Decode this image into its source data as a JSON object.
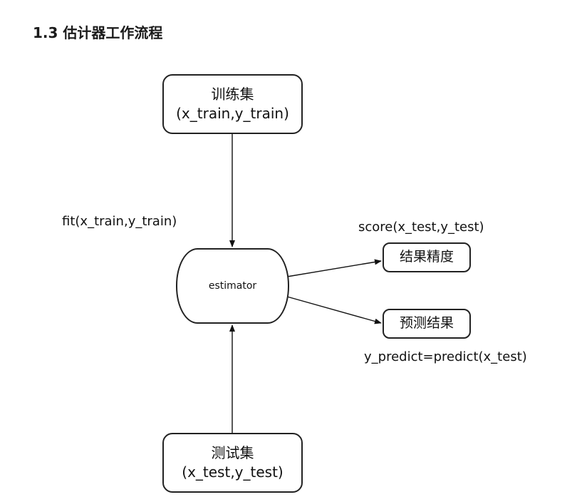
{
  "title": "1.3 估计器工作流程",
  "nodes": {
    "train": {
      "line1": "训练集",
      "line2": "(x_train,y_train)"
    },
    "test": {
      "line1": "测试集",
      "line2": "(x_test,y_test)"
    },
    "estimator": {
      "label": "estimator"
    },
    "accuracy": {
      "label": "结果精度"
    },
    "prediction": {
      "label": "预测结果"
    }
  },
  "edge_labels": {
    "fit": "fit(x_train,y_train)",
    "score": "score(x_test,y_test)",
    "predict": "y_predict=predict(x_test)"
  }
}
